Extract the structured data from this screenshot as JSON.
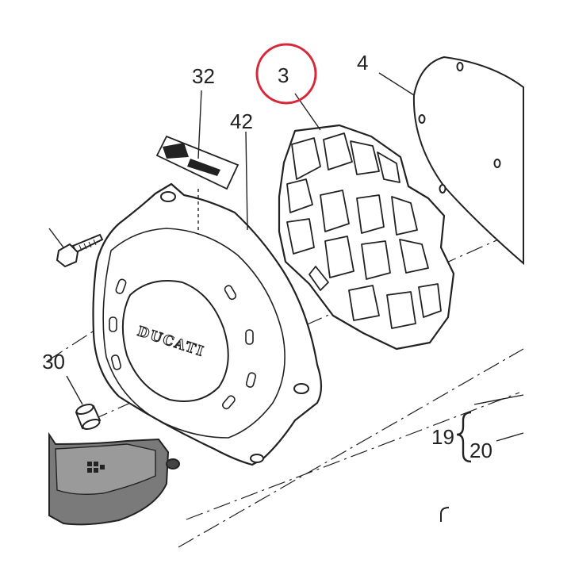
{
  "callouts": {
    "part_3": "3",
    "part_4": "4",
    "part_32": "32",
    "part_42": "42",
    "part_30": "30",
    "part_19": "19",
    "part_20": "20"
  },
  "cover_logo": "DUCATI",
  "highlight_color": "#d62839",
  "line_color": "#222222",
  "shade_color": "#7a7a7a"
}
